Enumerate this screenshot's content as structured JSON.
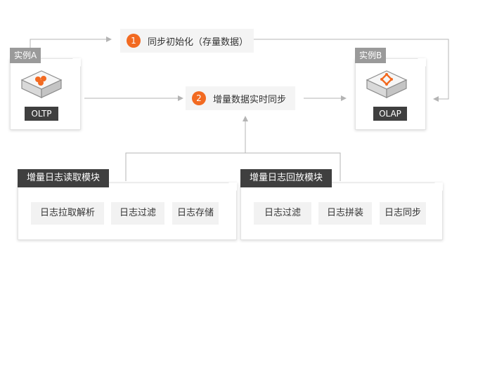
{
  "instance_a": {
    "tag": "实例A",
    "label": "OLTP",
    "icon": "database-server-icon"
  },
  "instance_b": {
    "tag": "实例B",
    "label": "OLAP",
    "icon": "database-server-icon"
  },
  "steps": [
    {
      "number": "1",
      "text": "同步初始化（存量数据）"
    },
    {
      "number": "2",
      "text": "增量数据实时同步"
    }
  ],
  "modules": [
    {
      "title": "增量日志读取模块",
      "items": [
        "日志拉取解析",
        "日志过滤",
        "日志存储"
      ]
    },
    {
      "title": "增量日志回放模块",
      "items": [
        "日志过滤",
        "日志拼装",
        "日志同步"
      ]
    }
  ],
  "colors": {
    "accent": "#f26a21",
    "tag_gray": "#9a9a9a",
    "dark_label": "#3f3f3f",
    "chip_bg": "#f2f2f2",
    "connector": "#b4b4b4"
  }
}
